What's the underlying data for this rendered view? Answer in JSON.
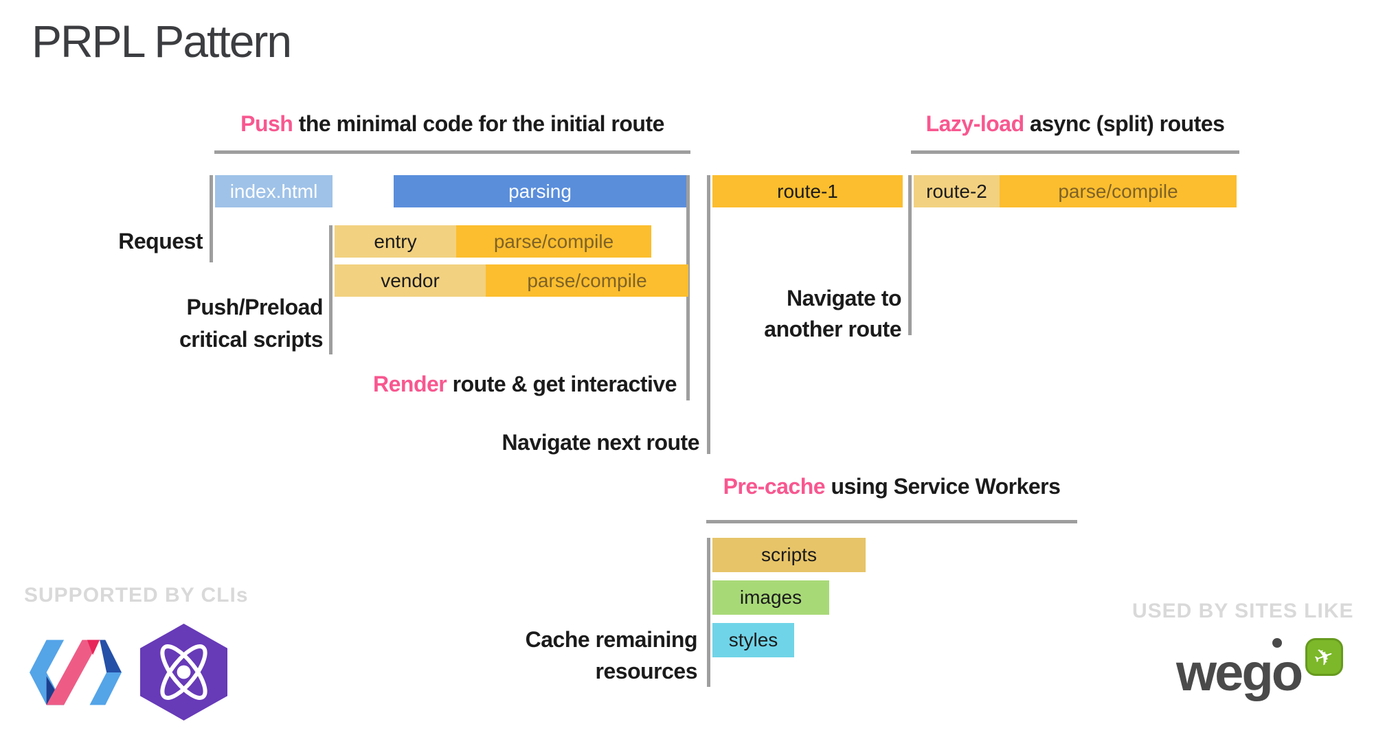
{
  "title": "PRPL Pattern",
  "headings": {
    "push": {
      "highlight": "Push",
      "rest": " the minimal code for the initial route"
    },
    "lazy": {
      "highlight": "Lazy-load",
      "rest": " async (split) routes"
    },
    "render": {
      "highlight": "Render",
      "rest": " route & get interactive"
    },
    "precache": {
      "highlight": "Pre-cache",
      "rest": " using Service Workers"
    }
  },
  "labels": {
    "request": "Request",
    "push_preload": [
      "Push/Preload",
      "critical scripts"
    ],
    "navigate_another": [
      "Navigate to",
      "another route"
    ],
    "navigate_next": "Navigate next route",
    "cache_remaining": [
      "Cache remaining",
      "resources"
    ]
  },
  "bars": {
    "index_html": "index.html",
    "parsing": "parsing",
    "entry": "entry",
    "vendor": "vendor",
    "route1": "route-1",
    "route2": "route-2",
    "parse_compile": "parse/compile",
    "scripts": "scripts",
    "images": "images",
    "styles": "styles"
  },
  "footer": {
    "supported": "SUPPORTED BY CLIs",
    "used": "USED BY SITES LIKE",
    "wego": "wego"
  },
  "icons": {
    "polymer": "polymer-logo",
    "preact": "preact-logo",
    "wego_plane": "airplane-icon"
  },
  "palette": {
    "accent_pink": "#F8578F",
    "bar_blue_light": "#9FC2E8",
    "bar_blue": "#5A8EDB",
    "bar_tan": "#F2D180",
    "bar_orange": "#FCBE2E",
    "bar_gold": "#E7C468",
    "bar_green": "#A8D977",
    "bar_cyan": "#70D4E8",
    "connector_gray": "#9E9E9E",
    "text_dark": "#1B1B1B",
    "parse_compile_text": "#7E6228",
    "footer_text_gray": "#D9D9D9",
    "wego_gray": "#4A4A4A",
    "wego_green": "#7CB829",
    "preact_purple": "#673AB8"
  }
}
